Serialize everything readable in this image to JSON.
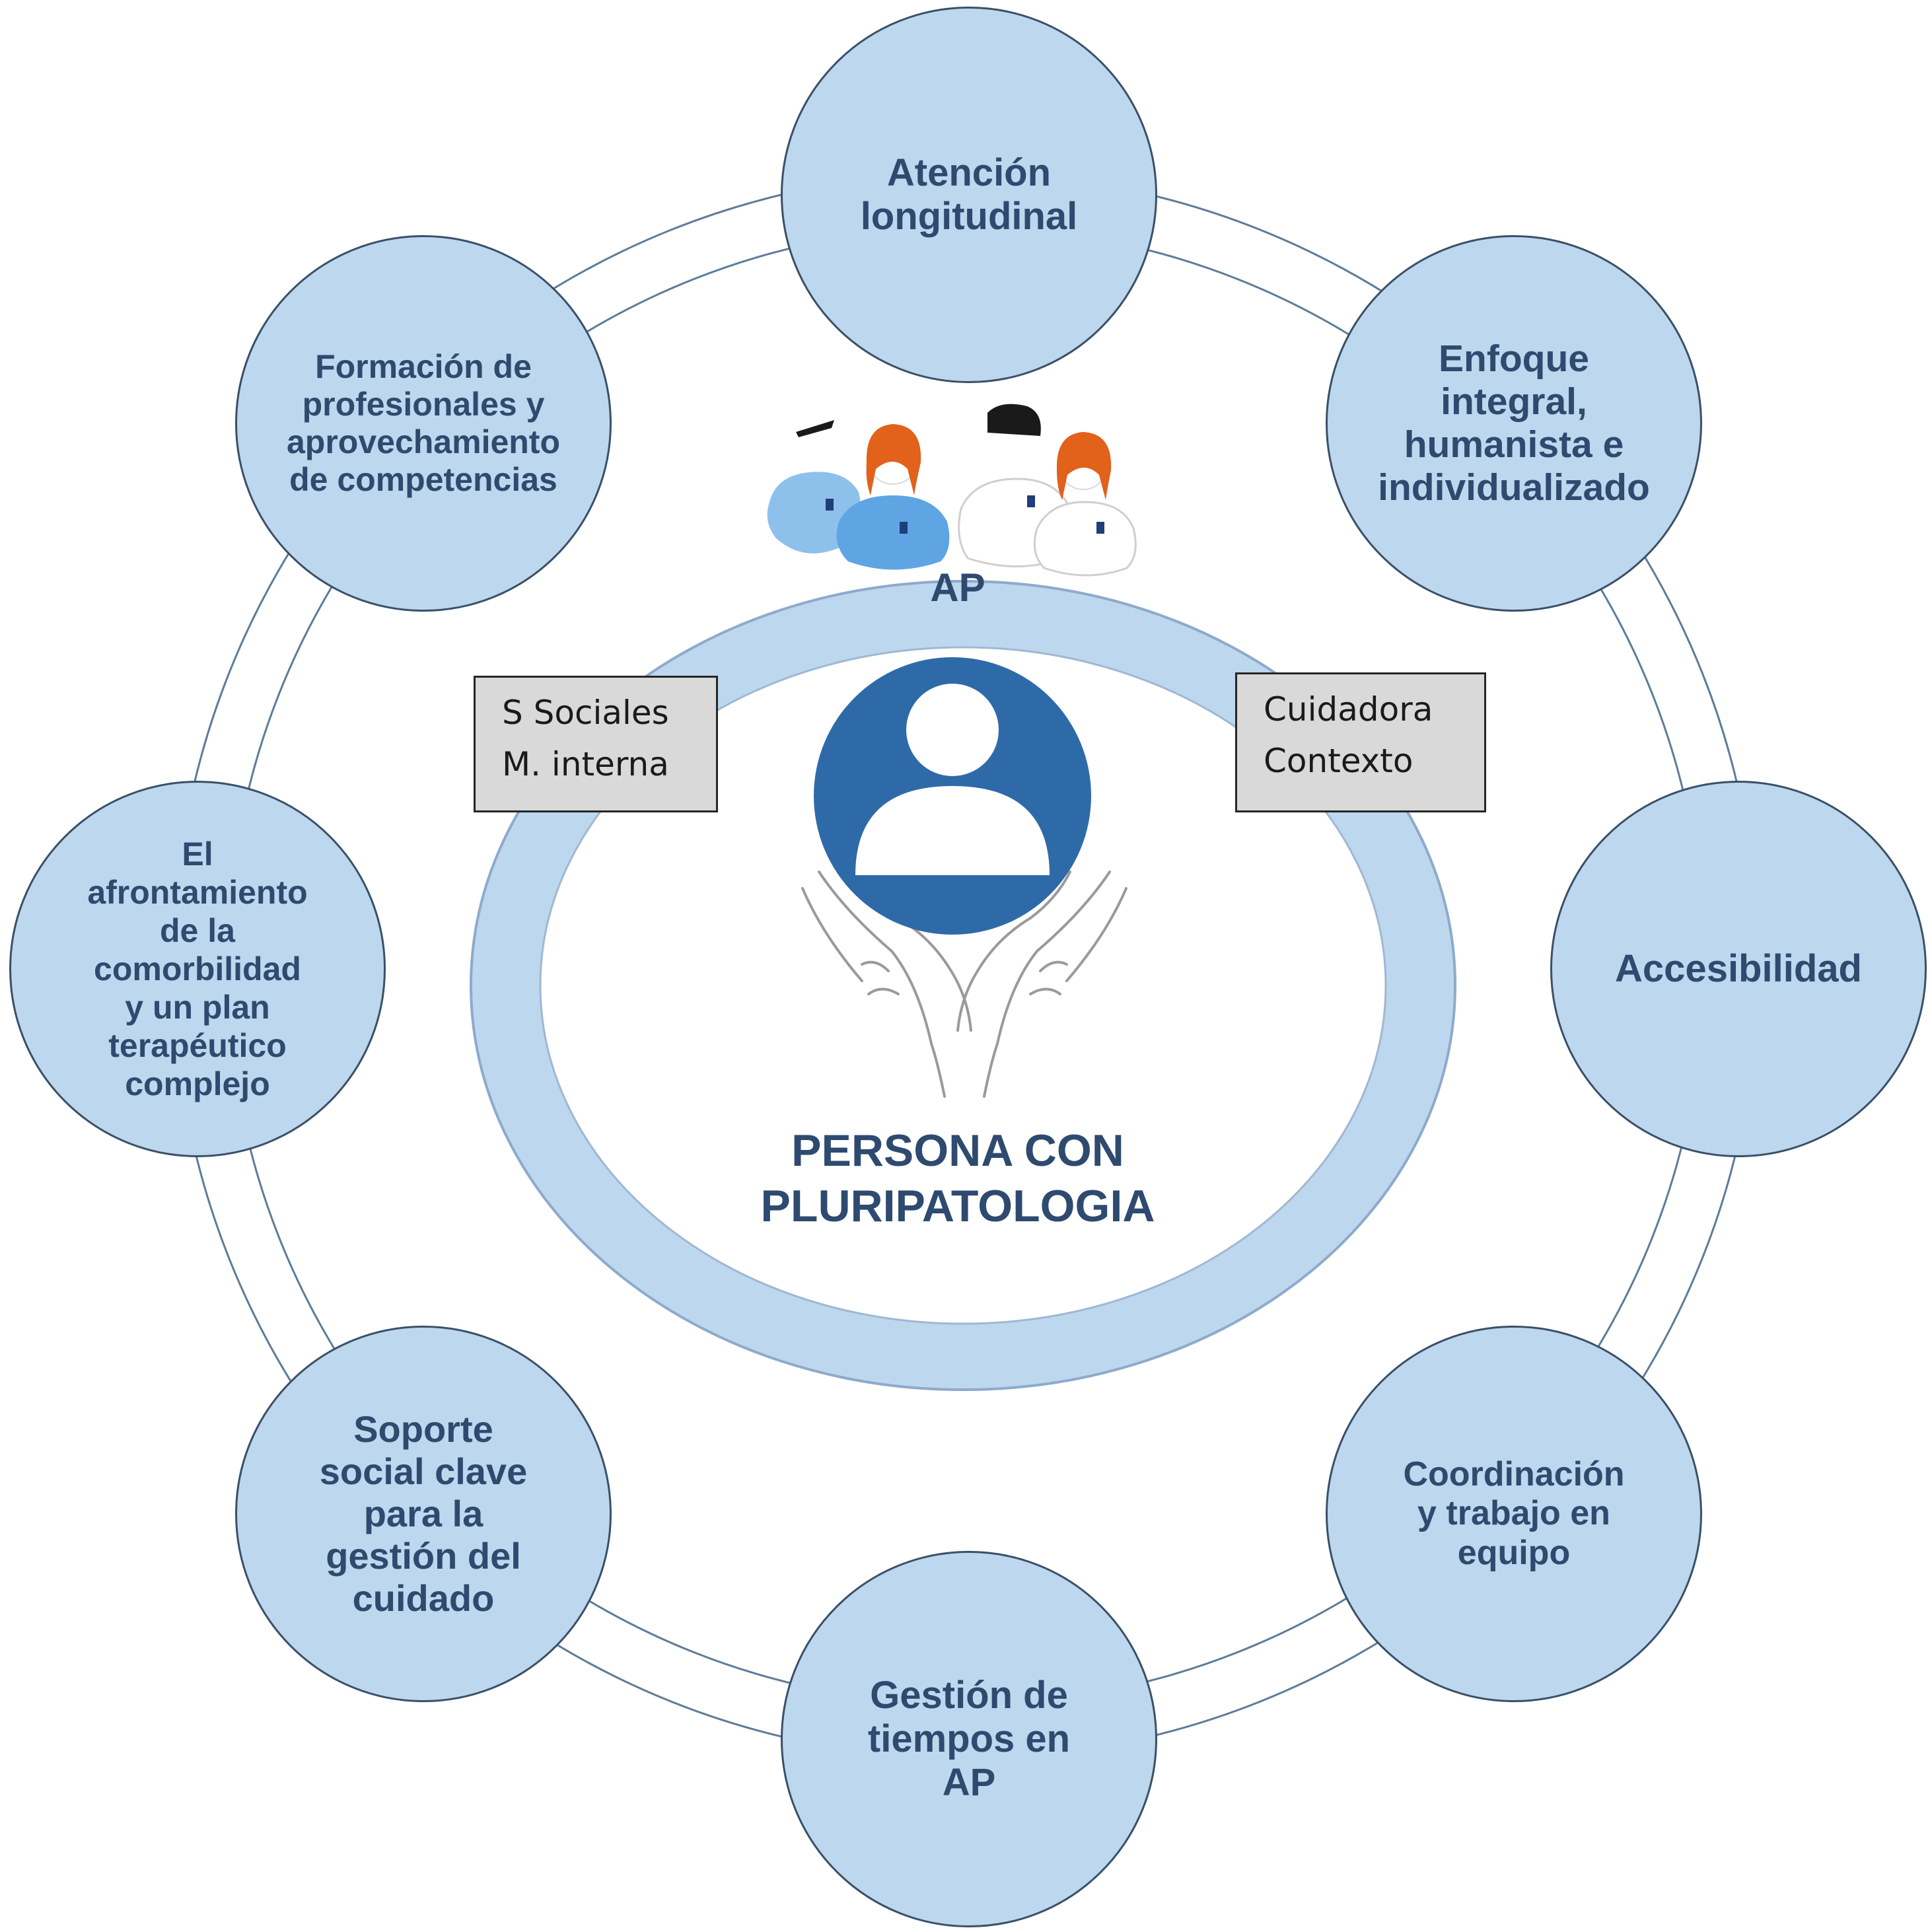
{
  "center": {
    "title_line1": "PERSONA CON",
    "title_line2": "PLURIPATOLOGIA",
    "ring_label": "AP"
  },
  "left_box": {
    "line1": "S Sociales",
    "line2": "M. interna"
  },
  "right_box": {
    "line1": "Cuidadora",
    "line2": "Contexto"
  },
  "nodes": [
    {
      "label": "Atención\nlongitudinal"
    },
    {
      "label": "Enfoque\nintegral,\nhumanista e\nindividualizado"
    },
    {
      "label": "Accesibilidad"
    },
    {
      "label": "Coordinación\ny trabajo en\nequipo"
    },
    {
      "label": "Gestión de\ntiempos en\nAP"
    },
    {
      "label": "Soporte\nsocial clave\npara la\ngestión del\ncuidado"
    },
    {
      "label": "El\nafrontamiento\nde la\ncomorbilidad\ny un plan\nterapéutico\ncomplejo"
    },
    {
      "label": "Formación de\nprofesionales y\naprovechamiento\nde competencias"
    }
  ],
  "colors": {
    "node_fill": "#bdd7ee",
    "node_border": "#3a5068",
    "text_dark_blue": "#2e4a6f",
    "icon_blue": "#2f6aa8",
    "ring_fill": "#bdd7ee"
  }
}
